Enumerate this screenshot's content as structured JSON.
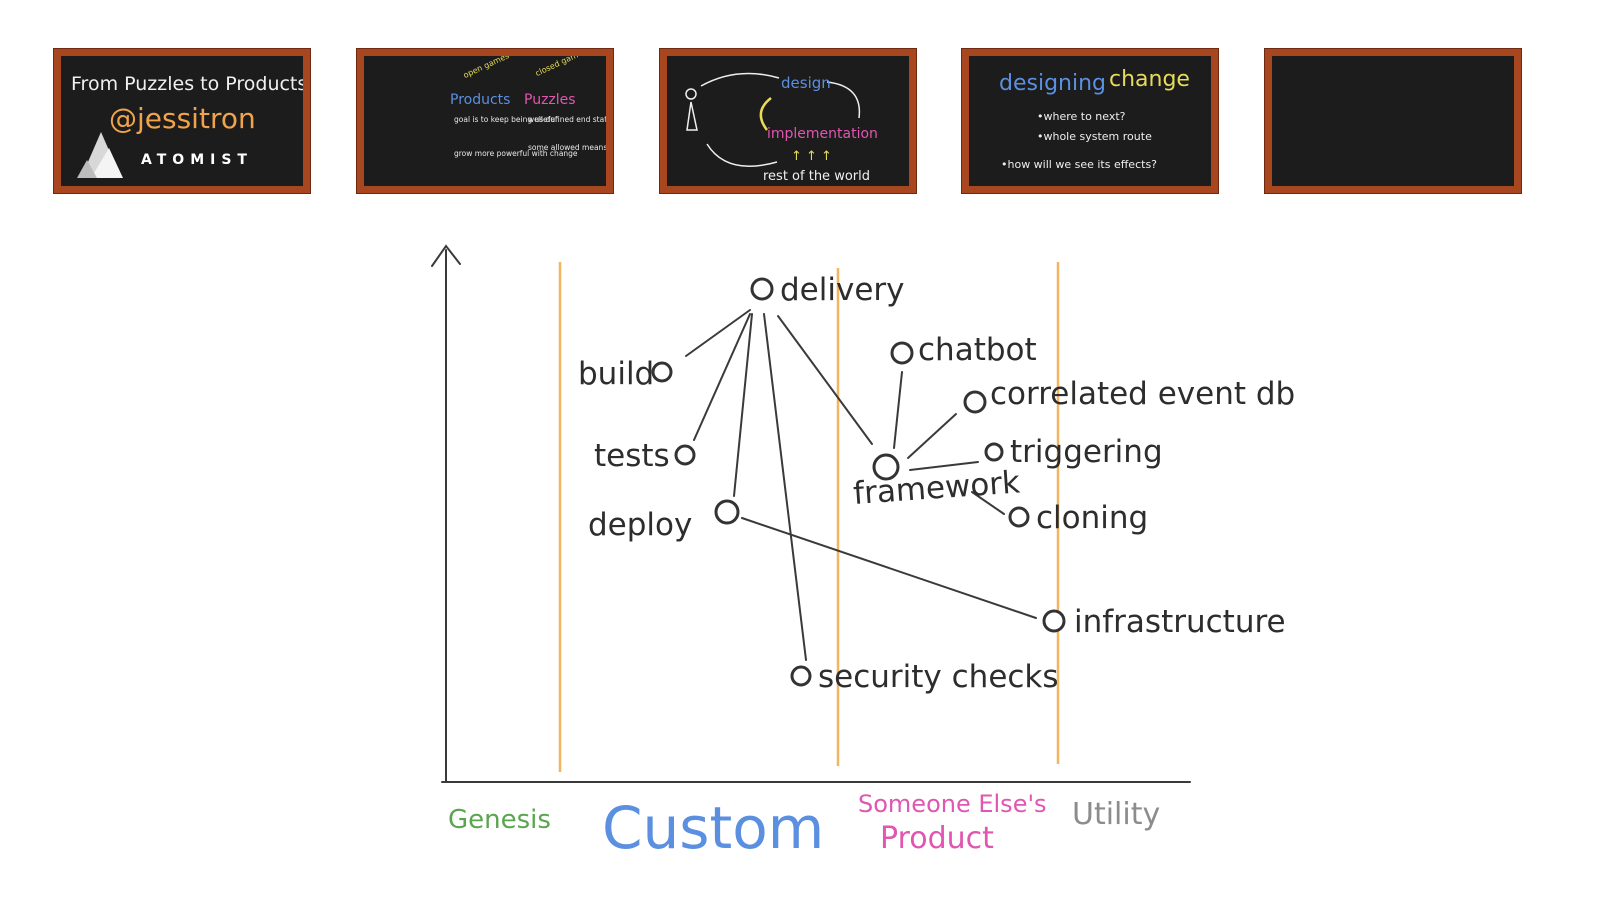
{
  "slides": [
    {
      "lines": [
        "From Puzzles to Products",
        "@jessitron",
        "ATOMIST"
      ]
    },
    {
      "open_label": "open games",
      "closed_label": "closed games",
      "products_heading": "Products",
      "puzzles_heading": "Puzzles",
      "products_points": [
        "goal is to keep being useful",
        "grow more powerful with change"
      ],
      "puzzles_points": [
        "well-defined end state",
        "some allowed means to reach it"
      ]
    },
    {
      "design": "design",
      "implementation": "implementation",
      "arrows": "↑ ↑ ↑",
      "rest": "rest of the world"
    },
    {
      "title_a": "designing",
      "title_b": "change",
      "points": [
        "•where to next?",
        "•whole system route",
        "•how will we see its effects?"
      ]
    },
    {}
  ],
  "map": {
    "nodes": {
      "delivery": "delivery",
      "build": "build",
      "tests": "tests",
      "deploy": "deploy",
      "security": "security checks",
      "chatbot": "chatbot",
      "correlated": "correlated event db",
      "framework": "framework",
      "triggering": "triggering",
      "cloning": "cloning",
      "infrastructure": "infrastructure"
    },
    "stages": {
      "genesis": "Genesis",
      "custom": "Custom",
      "someone_line1": "Someone Else's",
      "someone_line2": "Product",
      "utility": "Utility"
    },
    "colors": {
      "genesis": "#5aa64e",
      "custom": "#5b8fe0",
      "someone": "#e056b0",
      "utility": "#8c8c8c",
      "gridline": "#f2b660",
      "slide_frame": "#a8471f"
    }
  }
}
